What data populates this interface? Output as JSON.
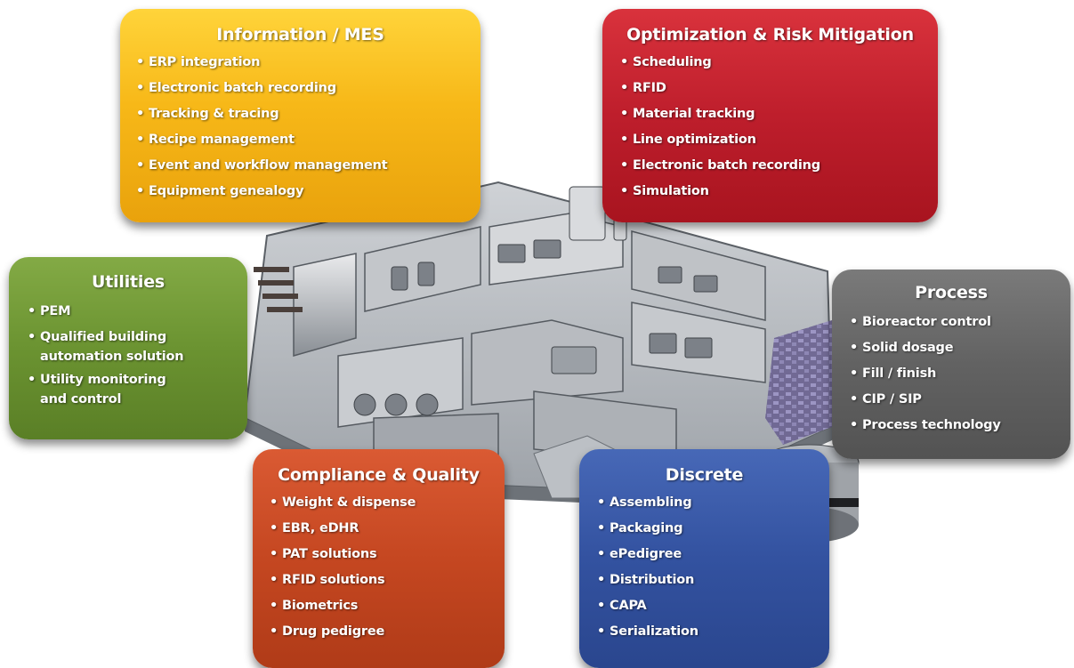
{
  "categories": [
    {
      "id": "information",
      "title": "Information / MES",
      "color": "#f7b818",
      "items": [
        "ERP integration",
        "Electronic batch recording",
        "Tracking & tracing",
        "Recipe management",
        "Event and workflow management",
        "Equipment genealogy"
      ]
    },
    {
      "id": "optimization",
      "title": "Optimization & Risk Mitigation",
      "color": "#be1e2c",
      "items": [
        "Scheduling",
        "RFID",
        "Material tracking",
        "Line optimization",
        "Electronic batch recording",
        "Simulation"
      ]
    },
    {
      "id": "utilities",
      "title": "Utilities",
      "color": "#6b9331",
      "items": [
        "PEM",
        "Qualified building automation solution",
        "Utility monitoring and control"
      ],
      "item_lines": [
        [
          "PEM"
        ],
        [
          "Qualified building",
          "automation solution"
        ],
        [
          "Utility monitoring",
          "and control"
        ]
      ]
    },
    {
      "id": "process",
      "title": "Process",
      "color": "#626262",
      "items": [
        "Bioreactor control",
        "Solid dosage",
        "Fill / finish",
        "CIP / SIP",
        "Process technology"
      ]
    },
    {
      "id": "compliance",
      "title": "Compliance & Quality",
      "color": "#c54721",
      "items": [
        "Weight & dispense",
        "EBR, eDHR",
        "PAT solutions",
        "RFID solutions",
        "Biometrics",
        "Drug pedigree"
      ]
    },
    {
      "id": "discrete",
      "title": "Discrete",
      "color": "#3352a0",
      "items": [
        "Assembling",
        "Packaging",
        "ePedigree",
        "Distribution",
        "CAPA",
        "Serialization"
      ]
    }
  ],
  "bullet": "•"
}
